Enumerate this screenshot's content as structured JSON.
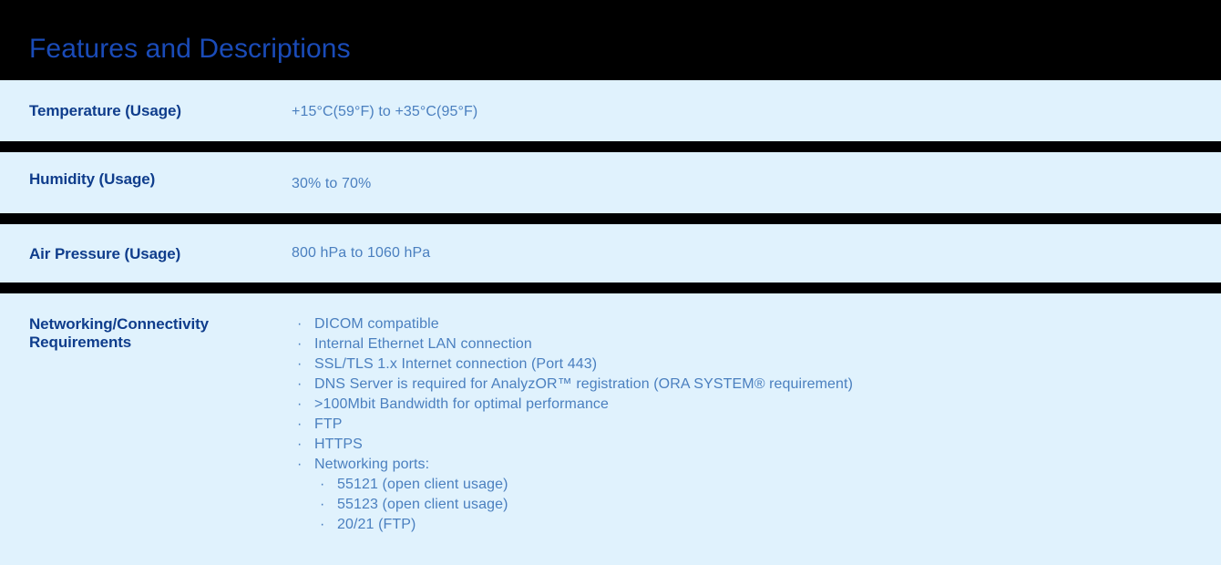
{
  "header": {
    "title": "Features and Descriptions",
    "background_color": "#000000",
    "title_color": "#1a4bb8"
  },
  "theme": {
    "page_background": "#e0f2fd",
    "row_background": "#e0f2fd",
    "separator_color": "#000000",
    "label_color": "#0f3d8c",
    "value_color": "#4a7fbf",
    "bullet_glyph": "·"
  },
  "rows": [
    {
      "label": "Temperature (Usage)",
      "value": "+15°C(59°F) to +35°C(95°F)"
    },
    {
      "label": "Humidity (Usage)",
      "value": "30% to 70%"
    },
    {
      "label": "Air Pressure (Usage)",
      "value": "800 hPa to 1060 hPa"
    },
    {
      "label": "Networking/Connectivity Requirements",
      "bullets": [
        {
          "text": "DICOM compatible"
        },
        {
          "text": "Internal Ethernet LAN connection"
        },
        {
          "text": "SSL/TLS 1.x Internet connection (Port 443)"
        },
        {
          "text": "DNS Server is required for AnalyzOR™ registration (ORA SYSTEM® requirement)"
        },
        {
          "text": ">100Mbit Bandwidth for optimal performance"
        },
        {
          "text": "FTP"
        },
        {
          "text": "HTTPS"
        },
        {
          "text": "Networking ports:",
          "sub_bullets": [
            {
              "text": "55121 (open client usage)"
            },
            {
              "text": "55123 (open client usage)"
            },
            {
              "text": "20/21 (FTP)"
            }
          ]
        }
      ]
    }
  ]
}
